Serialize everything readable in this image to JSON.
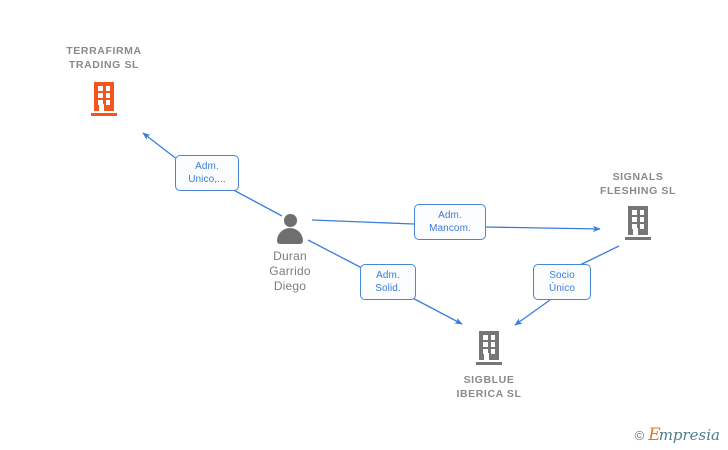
{
  "diagram": {
    "type": "corporate-relationship-graph",
    "background_color": "#ffffff",
    "accent_blue": "#3b7ddd",
    "node_gray": "#767676",
    "node_orange": "#f4551f"
  },
  "nodes": [
    {
      "id": "terrafirma",
      "kind": "company",
      "label": "TERRAFIRMA\nTRADING  SL",
      "icon": "building-icon",
      "color": "#f4551f",
      "highlighted": true
    },
    {
      "id": "person",
      "kind": "person",
      "label": "Duran\nGarrido\nDiego",
      "icon": "person-icon",
      "color": "#6f6f6f",
      "highlighted": false
    },
    {
      "id": "signals",
      "kind": "company",
      "label": "SIGNALS\nFLESHING  SL",
      "icon": "building-icon",
      "color": "#767676",
      "highlighted": false
    },
    {
      "id": "sigblue",
      "kind": "company",
      "label": "SIGBLUE\nIBERICA  SL",
      "icon": "building-icon",
      "color": "#767676",
      "highlighted": false
    }
  ],
  "edges": [
    {
      "id": "edge-person-terrafirma",
      "from": "person",
      "to": "terrafirma",
      "label": "Adm.\nUnico,..."
    },
    {
      "id": "edge-person-signals",
      "from": "person",
      "to": "signals",
      "label": "Adm.\nMancom."
    },
    {
      "id": "edge-person-sigblue",
      "from": "person",
      "to": "sigblue",
      "label": "Adm.\nSolid."
    },
    {
      "id": "edge-signals-sigblue",
      "from": "signals",
      "to": "sigblue",
      "label": "Socio\nÚnico"
    }
  ],
  "watermark": {
    "copyright": "©",
    "brand_initial": "E",
    "brand_rest": "mpresia"
  }
}
